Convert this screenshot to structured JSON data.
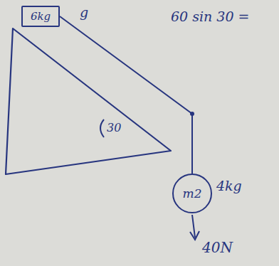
{
  "diagram": {
    "nodes": [
      {
        "text": [
          "6kg"
        ]
      },
      {
        "text": [
          "m2"
        ]
      }
    ],
    "edges": [
      {
        "from": 0,
        "to": 1,
        "arrow": "none"
      }
    ],
    "labels": [
      "g",
      "60 sin 30 =",
      "30",
      "4kg",
      "40N"
    ]
  }
}
